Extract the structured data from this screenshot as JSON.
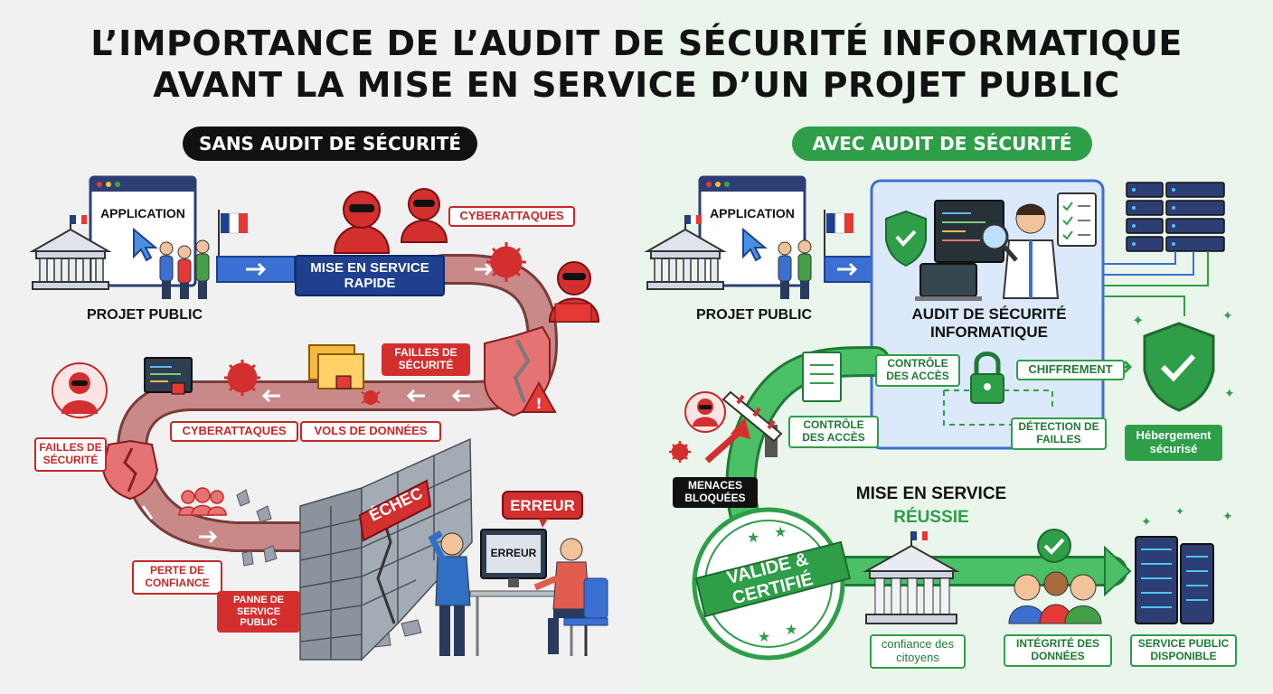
{
  "title_line1": "L’IMPORTANCE DE L’AUDIT DE SÉCURITÉ INFORMATIQUE",
  "title_line2": "AVANT LA MISE EN SERVICE D’UN PROJET PUBLIC",
  "left": {
    "header": "SANS AUDIT DE SÉCURITÉ",
    "application": "APPLICATION",
    "projet_public": "PROJET PUBLIC",
    "cyberattaques_top": "CYBERATTAQUES",
    "mise_en_service": "MISE EN SERVICE RAPIDE",
    "failles_mid": "FAILLES DE SÉCURITÉ",
    "cyberattaques_mid": "CYBERATTAQUES",
    "vols_donnees": "VOLS DE DONNÉES",
    "failles_left": "FAILLES DE SÉCURITÉ",
    "perte_confiance": "PERTE DE CONFIANCE",
    "panne_service": "PANNE DE SERVICE PUBLIC",
    "echec": "ÉCHEC",
    "erreur_bubble": "ERREUR",
    "erreur_screen": "ERREUR"
  },
  "right": {
    "header": "AVEC AUDIT DE SÉCURITÉ",
    "application": "APPLICATION",
    "projet_public": "PROJET PUBLIC",
    "audit_title": "AUDIT DE SÉCURITÉ INFORMATIQUE",
    "controle_acces_top": "CONTRÔLE DES ACCÈS",
    "chiffrement": "CHIFFREMENT",
    "detection_failles": "DÉTECTION DE FAILLES",
    "controle_acces_doc": "CONTRÔLE DES ACCÈS",
    "hebergement": "Hébergement sécurisé",
    "menaces_bloquees": "MENACES BLOQUÉES",
    "mise_en_service": "MISE EN SERVICE",
    "reussie": "RÉUSSIE",
    "valide_certifie": "VALIDE & CERTIFIÉ",
    "confiance": "confiance des citoyens",
    "integrite": "INTÉGRITÉ DES DONNÉES",
    "service_dispo": "SERVICE PUBLIC DISPONIBLE"
  },
  "colors": {
    "red": "#c62828",
    "green": "#2e9e48",
    "navy": "#1f3f8f",
    "black": "#111111"
  }
}
